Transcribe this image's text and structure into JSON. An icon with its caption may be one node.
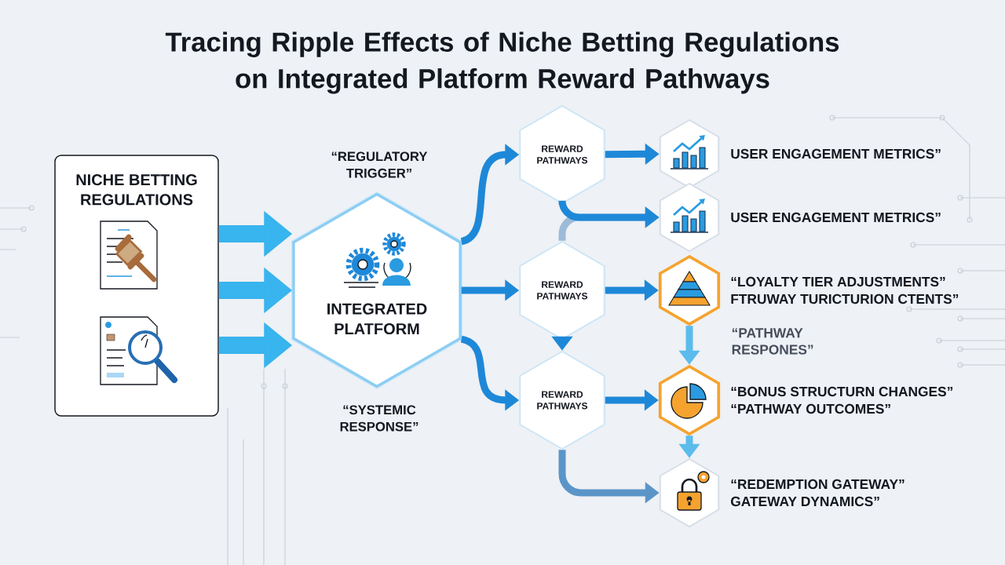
{
  "diagram": {
    "title": "Tracing Ripple Effects of Niche Betting Regulations on Integrated Platform Reward Pathways",
    "nodes": [
      {
        "text": [
          "NICHE BETTING REGULATIONS"
        ]
      },
      {
        "text": [
          "INTEGRATED PLATFORM"
        ]
      },
      {
        "text": [
          "REWARD PATHWAYS"
        ]
      },
      {
        "text": [
          "REWARD PATHWAYS"
        ]
      },
      {
        "text": [
          "REWARD PATHWAYS"
        ]
      },
      {
        "text": [],
        "shape": "hexagon",
        "beside": [
          "USER ENGAGEMENT METRICS”"
        ]
      },
      {
        "text": [],
        "shape": "hexagon",
        "beside": [
          "USER ENGAGEMENT METRICS”"
        ]
      },
      {
        "text": [],
        "shape": "hexagon",
        "beside": [
          "“LOYALTY TIER ADJUSTMENTS”",
          "FTRUWAY TURICTURION CTENTS”"
        ]
      },
      {
        "text": [],
        "shape": "hexagon",
        "beside": [
          "“BONUS STRUCTURN CHANGES”",
          "“PATHWAY OUTCOMES”"
        ]
      },
      {
        "text": [],
        "shape": "hexagon",
        "beside": [
          "“REDEMPTION GATEWAY”",
          "GATEWAY DYNAMICS”"
        ]
      }
    ],
    "edges": [
      {
        "from": 0,
        "to": 1,
        "arrow": "to",
        "style": "thick",
        "color": "#38b4ee"
      },
      {
        "from": 0,
        "to": 1,
        "arrow": "to",
        "style": "thick",
        "color": "#38b4ee"
      },
      {
        "from": 0,
        "to": 1,
        "arrow": "to",
        "style": "thick",
        "color": "#38b4ee"
      },
      {
        "from": 1,
        "to": 2,
        "arrow": "to"
      },
      {
        "from": 1,
        "to": 3,
        "arrow": "to"
      },
      {
        "from": 1,
        "to": 4,
        "arrow": "to"
      },
      {
        "from": 2,
        "to": 5,
        "arrow": "to"
      },
      {
        "from": 3,
        "to": 6,
        "arrow": "to",
        "color": "#9dbbd8"
      },
      {
        "from": 2,
        "to": 6,
        "arrow": "to"
      },
      {
        "from": 3,
        "to": 7,
        "arrow": "to"
      },
      {
        "from": 3,
        "to": 4,
        "arrow": "to"
      },
      {
        "from": 7,
        "to": 8,
        "arrow": "to",
        "label": "“PATHWAY RESPONES”",
        "color": "#5bbcec"
      },
      {
        "from": 4,
        "to": 8,
        "arrow": "to"
      },
      {
        "from": 4,
        "to": 9,
        "arrow": "to",
        "color": "#5b95c8"
      },
      {
        "from": 8,
        "to": 9,
        "arrow": "to",
        "color": "#5bbcec"
      }
    ],
    "labels": [
      "“REGULATORY TRIGGER”",
      "“SYSTEMIC RESPONSE”"
    ]
  }
}
